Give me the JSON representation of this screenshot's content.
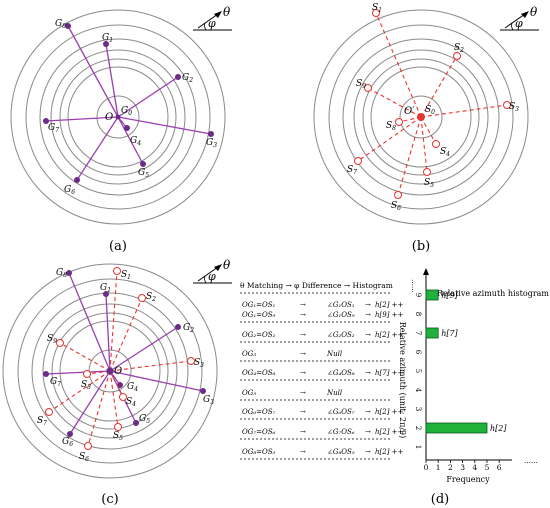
{
  "panels": {
    "a": {
      "caption": "(a)"
    },
    "b": {
      "caption": "(b)"
    },
    "c": {
      "caption": "(c)"
    },
    "d": {
      "caption": "(d)"
    }
  },
  "compass": {
    "theta": "θ",
    "phi": "φ"
  },
  "labels": {
    "origin_a": "O",
    "origin_b": "O′",
    "origin_c": "O",
    "g": [
      {
        "base": "G",
        "sub": "0"
      },
      {
        "base": "G",
        "sub": "1"
      },
      {
        "base": "G",
        "sub": "2"
      },
      {
        "base": "G",
        "sub": "3"
      },
      {
        "base": "G",
        "sub": "4"
      },
      {
        "base": "G",
        "sub": "5"
      },
      {
        "base": "G",
        "sub": "6"
      },
      {
        "base": "G",
        "sub": "7"
      },
      {
        "base": "G",
        "sub": "8"
      }
    ],
    "s": [
      {
        "base": "S",
        "sub": "0"
      },
      {
        "base": "S",
        "sub": "1"
      },
      {
        "base": "S",
        "sub": "2"
      },
      {
        "base": "S",
        "sub": "3"
      },
      {
        "base": "S",
        "sub": "4"
      },
      {
        "base": "S",
        "sub": "5"
      },
      {
        "base": "S",
        "sub": "6"
      },
      {
        "base": "S",
        "sub": "7"
      },
      {
        "base": "S",
        "sub": "8"
      },
      {
        "base": "S",
        "sub": "9"
      }
    ]
  },
  "table": {
    "header": "θ Matching → φ Difference → Histogram",
    "rows": [
      {
        "m": "OG₁=OS₁",
        "d": "∠G₁OS₁",
        "h": "h[2] ++"
      },
      {
        "m": "OG₁=OS₉",
        "d": "∠G₁OS₉",
        "h": "h[9] ++"
      },
      {
        "m": "OG₂=OS₂",
        "d": "∠G₂OS₂",
        "h": "h[2] ++"
      },
      {
        "m": "OG₃",
        "d": "Null",
        "h": ""
      },
      {
        "m": "OG₄=OS₈",
        "d": "∠G₄OS₈",
        "h": "h[7] ++"
      },
      {
        "m": "OG₅",
        "d": "Null",
        "h": ""
      },
      {
        "m": "OG₆=OS₇",
        "d": "∠G₆OS₇",
        "h": "h[2] ++"
      },
      {
        "m": "OG₇=OS₆",
        "d": "∠G₇OS₆",
        "h": "h[2] ++"
      },
      {
        "m": "OG₈=OS₅",
        "d": "∠G₈OS₅",
        "h": "h[2] ++"
      }
    ],
    "arrow": "→"
  },
  "chart_data": {
    "type": "bar",
    "orientation": "horizontal",
    "title": "Relative azimuth histogram",
    "xlabel": "Frequency",
    "ylabel": "Relative azimuth (unit: 2π/9)",
    "x_ticks": [
      "0",
      "1",
      "2",
      "3",
      "4",
      "5",
      "6"
    ],
    "y_ticks": [
      "1",
      "2",
      "3",
      "4",
      "5",
      "6",
      "7",
      "8",
      "9"
    ],
    "xlim": [
      0,
      6
    ],
    "categories": [
      "2",
      "7",
      "9"
    ],
    "values": [
      5,
      1,
      1
    ],
    "bar_labels": [
      "h[2]",
      "h[7]",
      "h[9]"
    ],
    "y_top_ellipsis": "……",
    "x_right_ellipsis": "……"
  }
}
